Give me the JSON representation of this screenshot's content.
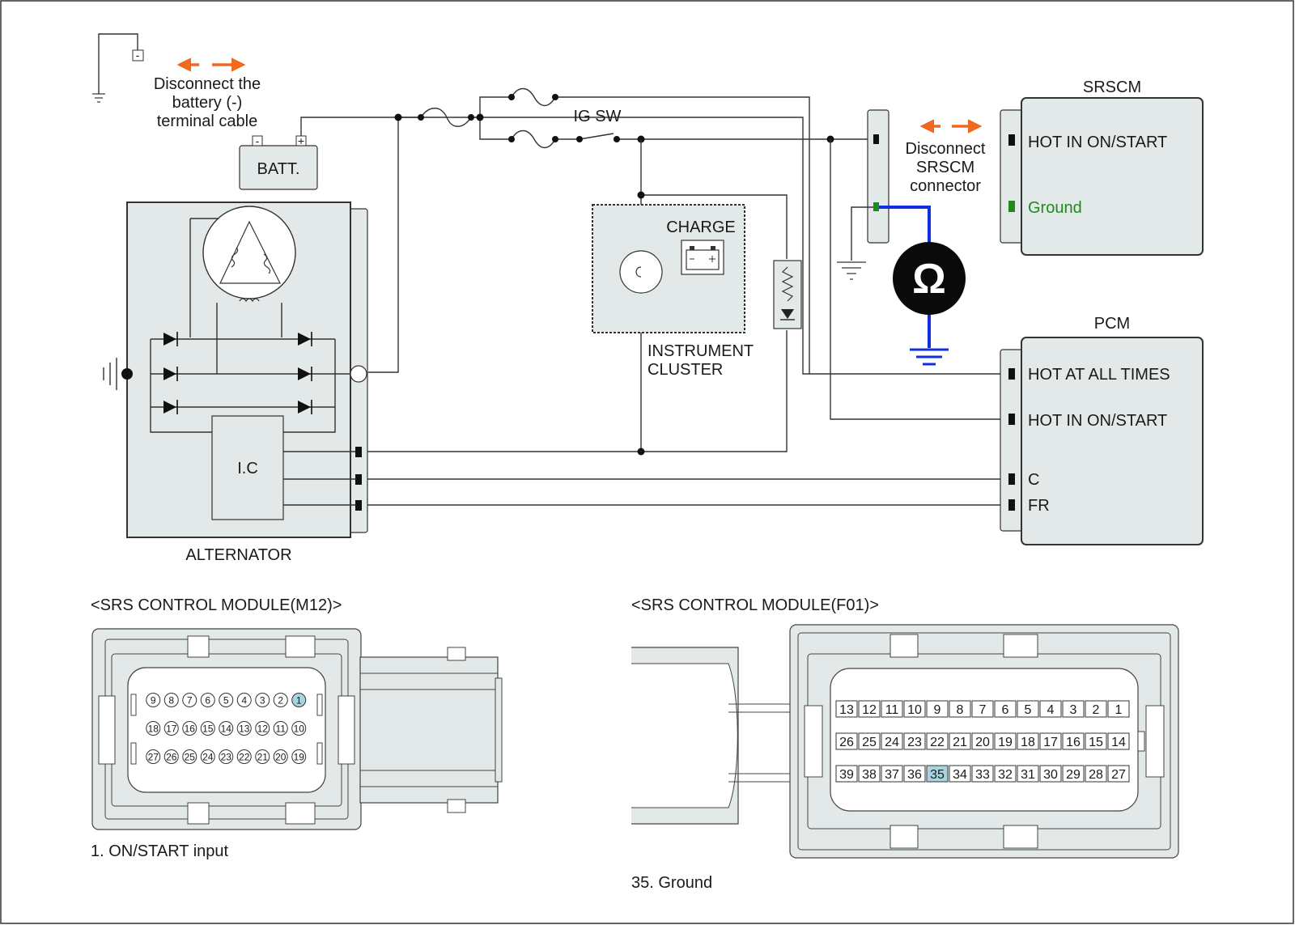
{
  "colors": {
    "accent_arrow": "#f06a1e",
    "ground_wire": "#1030e0",
    "ground_label": "#1e8a1e",
    "highlight_pin": "#a9d4df",
    "component_fill": "#e3e8e8"
  },
  "icons": [
    "ground-symbol",
    "fuse-symbol",
    "switch-symbol",
    "diode-symbol",
    "ohmmeter-symbol",
    "battery-symbol",
    "lamp-symbol"
  ],
  "labels": {
    "disconnect_battery": [
      "Disconnect the",
      "battery (-)",
      "terminal cable"
    ],
    "batt_minus": "-",
    "batt_plus": "+",
    "batt": "BATT.",
    "ig_sw": "IG SW",
    "charge": "CHARGE",
    "instrument_cluster": [
      "INSTRUMENT",
      "CLUSTER"
    ],
    "disconnect_srscm": [
      "Disconnect",
      "SRSCM",
      "connector"
    ],
    "ohm": "Ω",
    "ic": "I.C",
    "alternator": "ALTERNATOR"
  },
  "srscm": {
    "title": "SRSCM",
    "pins": [
      "HOT IN ON/START",
      "Ground"
    ]
  },
  "pcm": {
    "title": "PCM",
    "pins": [
      "HOT AT ALL TIMES",
      "HOT IN ON/START",
      "C",
      "FR"
    ]
  },
  "m12": {
    "title": "<SRS CONTROL MODULE(M12)>",
    "rows": [
      [
        "9",
        "8",
        "7",
        "6",
        "5",
        "4",
        "3",
        "2",
        "1"
      ],
      [
        "18",
        "17",
        "16",
        "15",
        "14",
        "13",
        "12",
        "11",
        "10"
      ],
      [
        "27",
        "26",
        "25",
        "24",
        "23",
        "22",
        "21",
        "20",
        "19"
      ]
    ],
    "highlight": "1",
    "note": "1. ON/START input"
  },
  "f01": {
    "title": "<SRS CONTROL MODULE(F01)>",
    "rows": [
      [
        "13",
        "12",
        "11",
        "10",
        "9",
        "8",
        "7",
        "6",
        "5",
        "4",
        "3",
        "2",
        "1"
      ],
      [
        "26",
        "25",
        "24",
        "23",
        "22",
        "21",
        "20",
        "19",
        "18",
        "17",
        "16",
        "15",
        "14"
      ],
      [
        "39",
        "38",
        "37",
        "36",
        "35",
        "34",
        "33",
        "32",
        "31",
        "30",
        "29",
        "28",
        "27"
      ]
    ],
    "highlight": "35",
    "note": "35. Ground"
  }
}
